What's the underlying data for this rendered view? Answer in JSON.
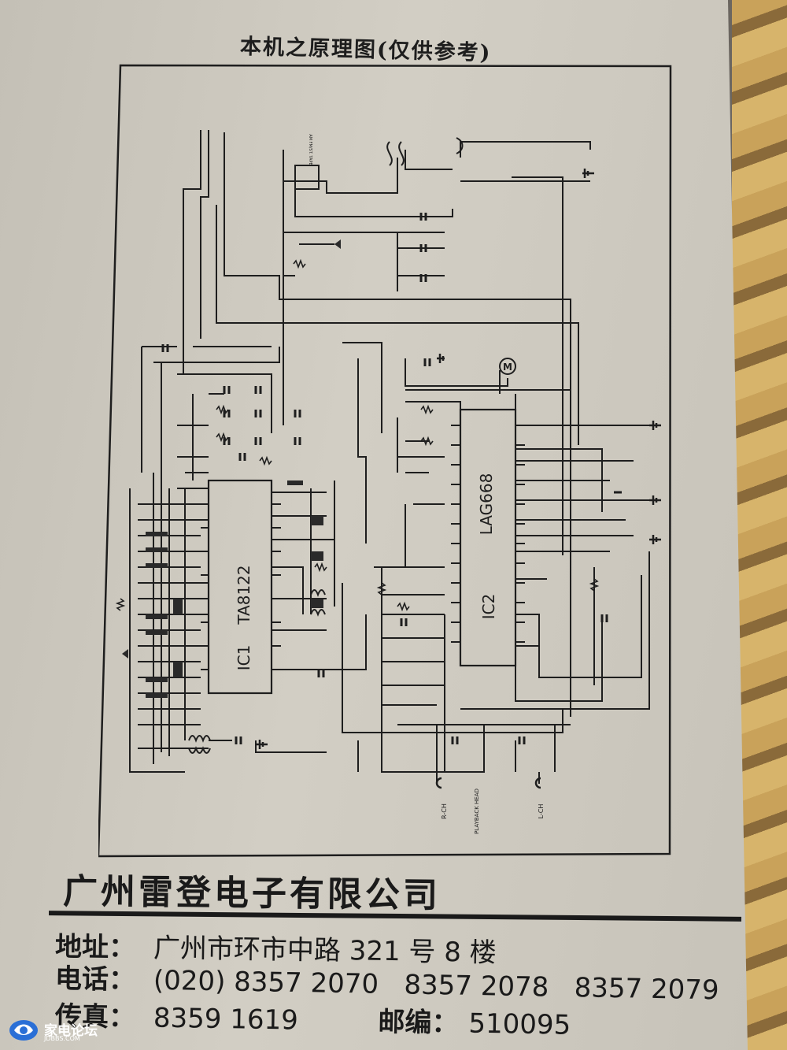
{
  "diagram": {
    "title": "本机之原理图(仅供参考)",
    "ic1": {
      "part": "TA8122",
      "ref": "IC1"
    },
    "ic2": {
      "part": "LAG668",
      "ref": "IC2"
    },
    "motor_symbol": "M",
    "labels": {
      "r_ch": "R-CH",
      "playback_head": "PLAYBACK HEAD",
      "l_ch": "L-CH",
      "am_fm_tape": "AM FM/ST. TAPE"
    }
  },
  "company": {
    "name": "广州雷登电子有限公司",
    "address_label": "地址：",
    "address_value": "广州市环市中路 321 号 8 楼",
    "phone_label": "电话：",
    "phone_value": "(020) 8357 2070   8357 2078   8357 2079",
    "fax_label": "传真：",
    "fax_value": "8359 1619",
    "postcode_label": "邮编：",
    "postcode_value": "510095"
  },
  "watermark": {
    "text": "家电论坛",
    "sub": "JDBBS.COM"
  },
  "colors": {
    "paper": "#cfcbc1",
    "ink": "#1a1a1a",
    "wood": "#c9a25a",
    "watermark": "#2a6fd6"
  }
}
